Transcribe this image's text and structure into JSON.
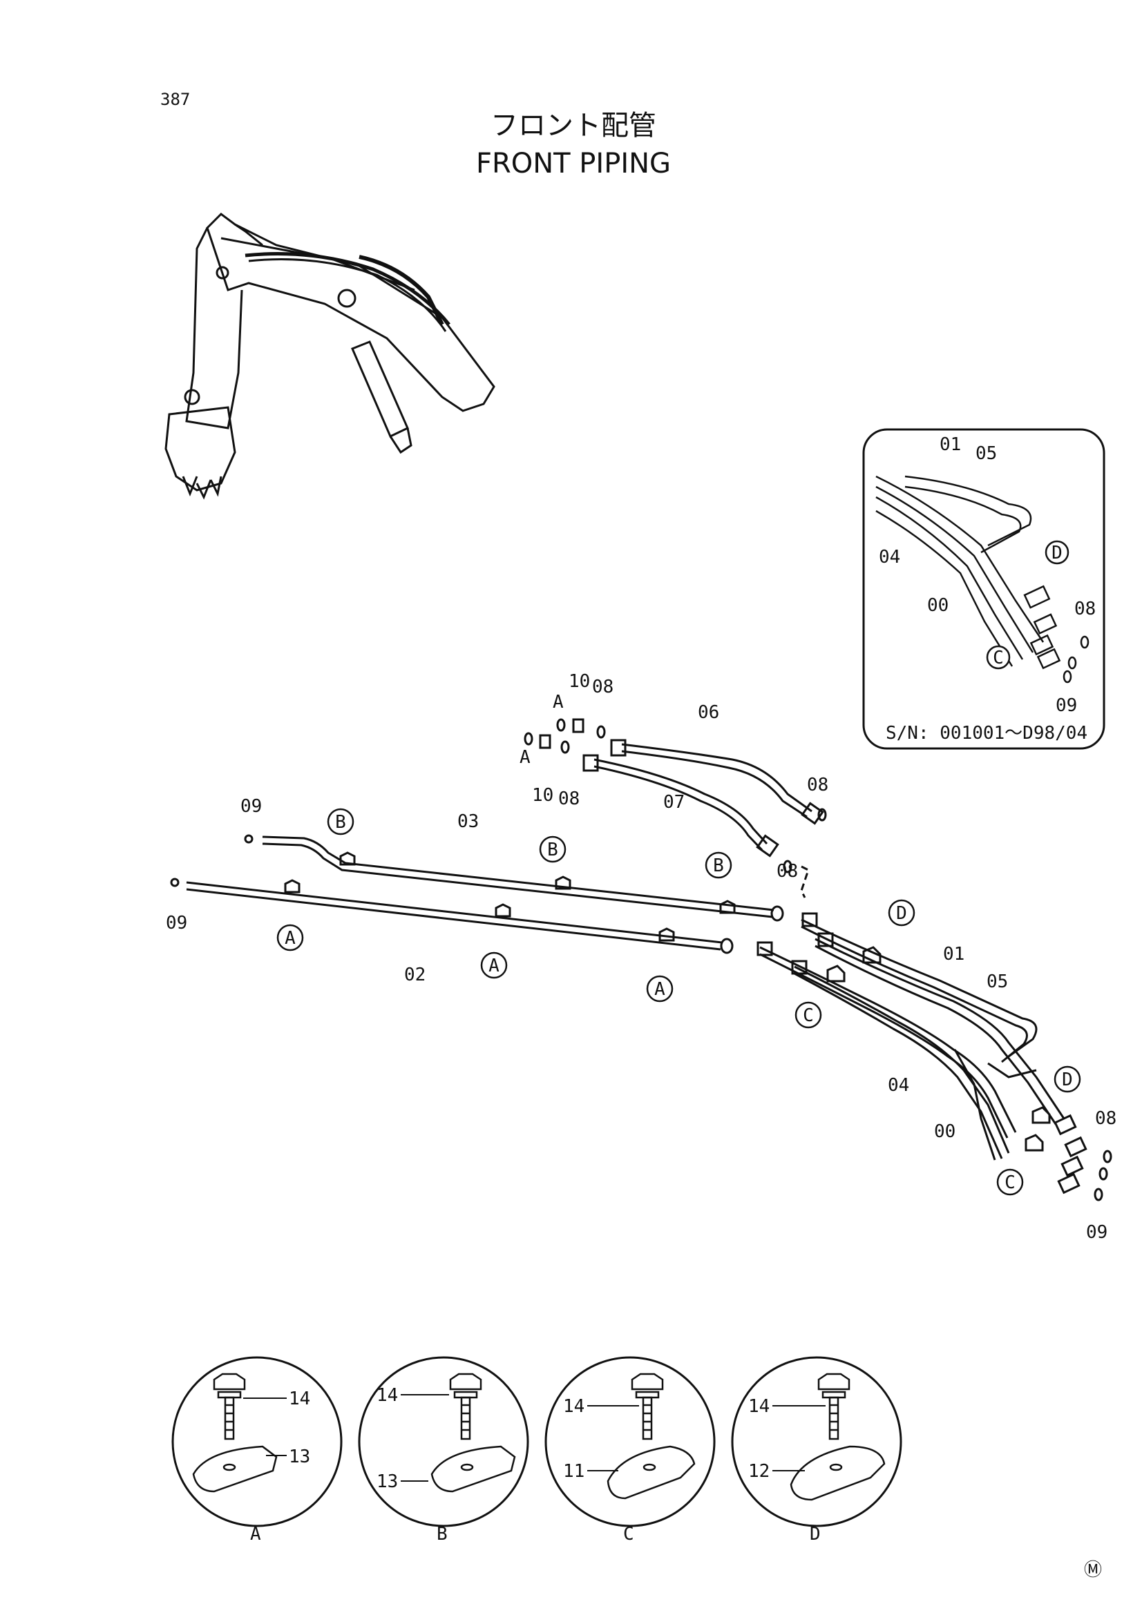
{
  "page_number": "387",
  "title_jp": "フロント配管",
  "title_en": "FRONT PIPING",
  "serial_range": "S/N: 001001～D98/04",
  "mark": "Ⓜ",
  "circled_refs": {
    "A": "A",
    "B": "B",
    "C": "C",
    "D": "D"
  },
  "parts": {
    "p00": "00",
    "p01": "01",
    "p02": "02",
    "p03": "03",
    "p04": "04",
    "p05": "05",
    "p06": "06",
    "p07": "07",
    "p08": "08",
    "p09": "09",
    "p10": "10",
    "p11": "11",
    "p12": "12",
    "p13": "13",
    "p14": "14"
  },
  "detail_views": [
    "A",
    "B",
    "C",
    "D"
  ]
}
